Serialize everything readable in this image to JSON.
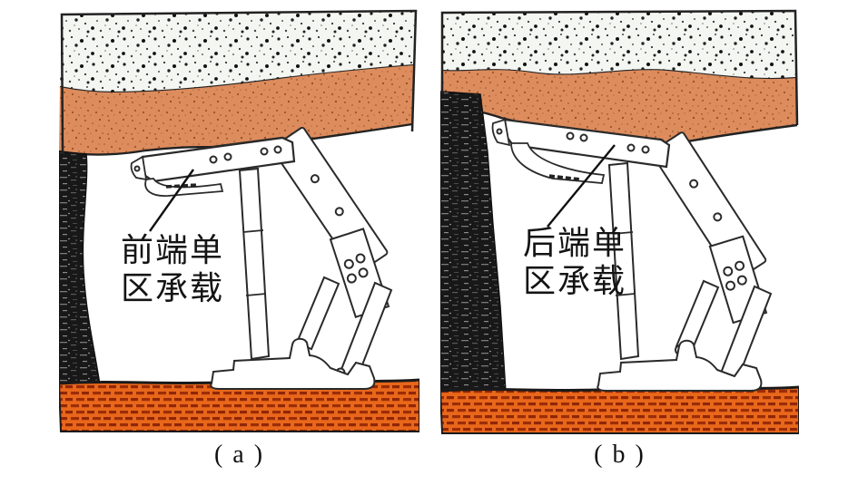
{
  "figure": {
    "type": "technical-diagram",
    "subject": "hydraulic roof support bearing states in mined roadway",
    "panels": [
      {
        "caption": "( a )",
        "label": "前端单区承载",
        "label_line1": "前端单",
        "label_line2": "区承载"
      },
      {
        "caption": "( b )",
        "label": "后端单区承载",
        "label_line1": "后端单",
        "label_line2": "区承载"
      }
    ],
    "colors": {
      "roof_rock": "#f4f6f1",
      "roof_rock_speckle": "#1a1a1a",
      "immediate_roof": "#dd8c5e",
      "immediate_roof_speckle": "#9a5526",
      "coal_wall": "#181818",
      "floor": "#e8671a",
      "floor_brick": "#8f2607",
      "outline": "#222222",
      "support_fill": "#ffffff",
      "label_text": "#141414"
    }
  }
}
